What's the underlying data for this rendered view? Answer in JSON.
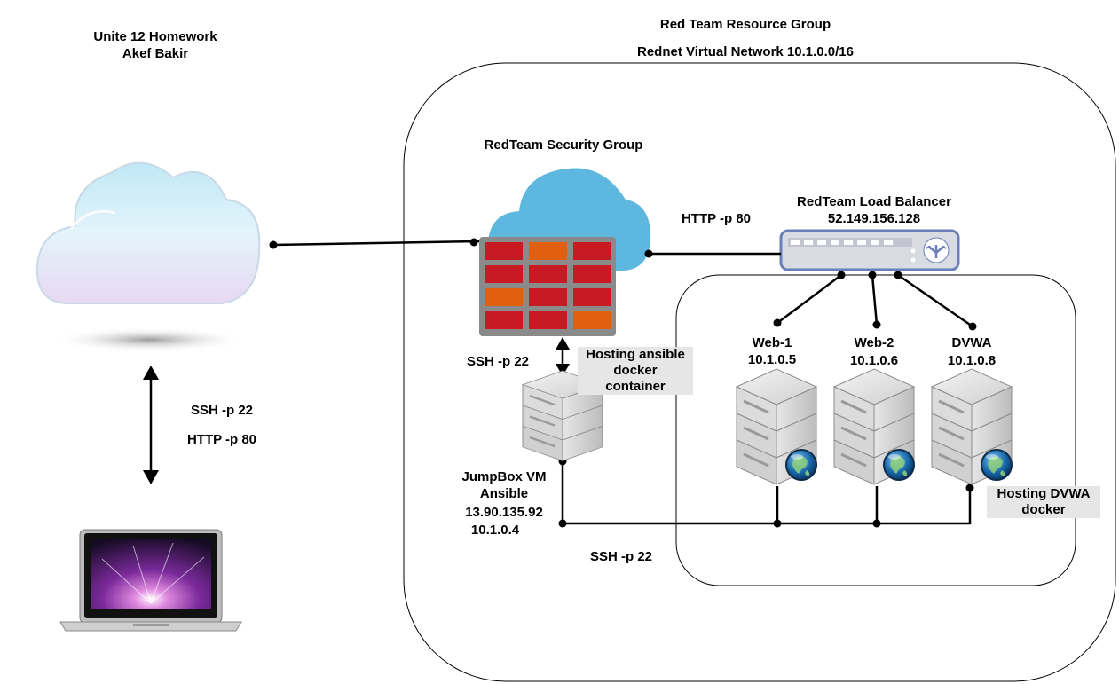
{
  "header": {
    "homework_title": "Unite 12 Homework",
    "author": "Akef Bakir",
    "resource_group": "Red Team Resource Group",
    "virtual_network": "Rednet Virtual Network 10.1.0.0/16"
  },
  "security_group": {
    "label": "RedTeam Security Group"
  },
  "load_balancer": {
    "name": "RedTeam Load Balancer",
    "ip": "52.149.156.128"
  },
  "links": {
    "http_to_lb": "HTTP -p 80",
    "ssh_firewall_jumpbox": "SSH -p 22",
    "ssh_internal": "SSH -p 22",
    "client_ssh": "SSH -p 22",
    "client_http": "HTTP -p 80"
  },
  "jumpbox": {
    "name": "JumpBox VM",
    "role": "Ansible",
    "public_ip": "13.90.135.92",
    "private_ip": "10.1.0.4",
    "note_line1": "Hosting ansible",
    "note_line2": "docker",
    "note_line3": "container"
  },
  "servers": [
    {
      "name": "Web-1",
      "ip": "10.1.0.5"
    },
    {
      "name": "Web-2",
      "ip": "10.1.0.6"
    },
    {
      "name": "DVWA",
      "ip": "10.1.0.8"
    }
  ],
  "dvwa_note": {
    "line1": "Hosting DVWA",
    "line2": "docker"
  },
  "colors": {
    "brick_red": "#c81a22",
    "brick_orange": "#e06010",
    "mortar": "#8a8a8a",
    "cloud_blue": "#5db7df",
    "lb_body": "#d9dbe3",
    "lb_border": "#6b7fb8"
  }
}
